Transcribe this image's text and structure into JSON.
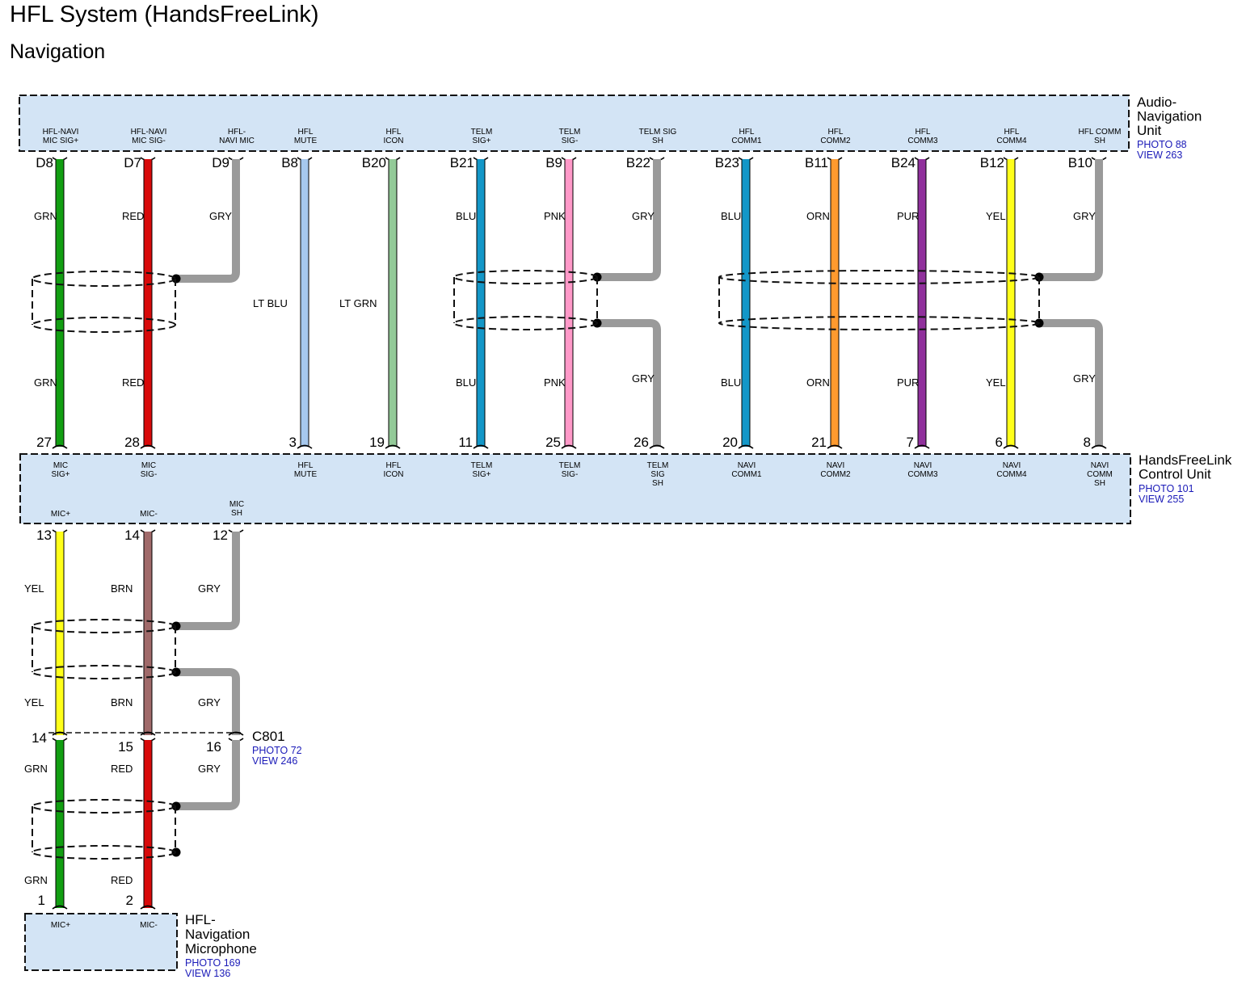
{
  "title": "HFL System (HandsFreeLink)",
  "subtitle": "Navigation",
  "colors": {
    "connector_fill": "#d3e4f5",
    "ref_text": "#1a1ab8",
    "GRN": "#129e12",
    "RED": "#d80a0a",
    "GRY": "#9a9a9a",
    "LT_BLU": "#a6c8ee",
    "LT_GRN": "#93ca98",
    "BLU": "#1397c8",
    "PNK": "#ff99c8",
    "ORN": "#ff9a2e",
    "PUR": "#90309c",
    "YEL": "#ffff1a",
    "BRN": "#a06a6a"
  },
  "components": {
    "audio_nav": {
      "name_lines": [
        "Audio-",
        "Navigation",
        "Unit"
      ],
      "photo": "PHOTO 88",
      "view": "VIEW 263"
    },
    "hfl_control": {
      "name_lines": [
        "HandsFreeLink",
        "Control Unit"
      ],
      "photo": "PHOTO 101",
      "view": "VIEW 255"
    },
    "c801": {
      "name": "C801",
      "photo": "PHOTO 72",
      "view": "VIEW 246"
    },
    "microphone": {
      "name_lines": [
        "HFL-",
        "Navigation",
        "Microphone"
      ],
      "photo": "PHOTO 169",
      "view": "VIEW 136"
    }
  },
  "top_wires": [
    {
      "col": "D8",
      "top_pin": "D8",
      "top_label": [
        "HFL-NAVI",
        "MIC SIG+"
      ],
      "color": "GRN",
      "labels": [
        "GRN",
        "GRN"
      ],
      "bottom_pin": "27",
      "bottom_label": [
        "MIC",
        "SIG+"
      ]
    },
    {
      "col": "D7",
      "top_pin": "D7",
      "top_label": [
        "HFL-NAVI",
        "MIC SIG-"
      ],
      "color": "RED",
      "labels": [
        "RED",
        "RED"
      ],
      "bottom_pin": "28",
      "bottom_label": [
        "MIC",
        "SIG-"
      ]
    },
    {
      "col": "D9",
      "top_pin": "D9",
      "top_label": [
        "HFL-",
        "NAVI MIC"
      ],
      "color": "GRY",
      "labels": [
        "GRY"
      ]
    },
    {
      "col": "B8",
      "top_pin": "B8",
      "top_label": [
        "HFL",
        "MUTE"
      ],
      "color": "LT_BLU",
      "labels": [
        "LT BLU"
      ],
      "bottom_pin": "3",
      "bottom_label": [
        "HFL",
        "MUTE"
      ]
    },
    {
      "col": "B20",
      "top_pin": "B20",
      "top_label": [
        "HFL",
        "ICON"
      ],
      "color": "LT_GRN",
      "labels": [
        "LT GRN"
      ],
      "bottom_pin": "19",
      "bottom_label": [
        "HFL",
        "ICON"
      ]
    },
    {
      "col": "B21",
      "top_pin": "B21",
      "top_label": [
        "TELM",
        "SIG+"
      ],
      "color": "BLU",
      "labels": [
        "BLU",
        "BLU"
      ],
      "bottom_pin": "11",
      "bottom_label": [
        "TELM",
        "SIG+"
      ]
    },
    {
      "col": "B9",
      "top_pin": "B9",
      "top_label": [
        "TELM",
        "SIG-"
      ],
      "color": "PNK",
      "labels": [
        "PNK",
        "PNK"
      ],
      "bottom_pin": "25",
      "bottom_label": [
        "TELM",
        "SIG-"
      ]
    },
    {
      "col": "B22",
      "top_pin": "B22",
      "top_label": [
        "TELM SIG",
        "SH"
      ],
      "color": "GRY",
      "labels": [
        "GRY",
        "GRY"
      ],
      "bottom_pin": "26",
      "bottom_label": [
        "TELM",
        "SIG",
        "SH"
      ]
    },
    {
      "col": "B23",
      "top_pin": "B23",
      "top_label": [
        "HFL",
        "COMM1"
      ],
      "color": "BLU",
      "labels": [
        "BLU",
        "BLU"
      ],
      "bottom_pin": "20",
      "bottom_label": [
        "NAVI",
        "COMM1"
      ]
    },
    {
      "col": "B11",
      "top_pin": "B11",
      "top_label": [
        "HFL",
        "COMM2"
      ],
      "color": "ORN",
      "labels": [
        "ORN",
        "ORN"
      ],
      "bottom_pin": "21",
      "bottom_label": [
        "NAVI",
        "COMM2"
      ]
    },
    {
      "col": "B24",
      "top_pin": "B24",
      "top_label": [
        "HFL",
        "COMM3"
      ],
      "color": "PUR",
      "labels": [
        "PUR",
        "PUR"
      ],
      "bottom_pin": "7",
      "bottom_label": [
        "NAVI",
        "COMM3"
      ]
    },
    {
      "col": "B12",
      "top_pin": "B12",
      "top_label": [
        "HFL",
        "COMM4"
      ],
      "color": "YEL",
      "labels": [
        "YEL",
        "YEL"
      ],
      "bottom_pin": "6",
      "bottom_label": [
        "NAVI",
        "COMM4"
      ]
    },
    {
      "col": "B10",
      "top_pin": "B10",
      "top_label": [
        "HFL COMM",
        "SH"
      ],
      "color": "GRY",
      "labels": [
        "GRY",
        "GRY"
      ],
      "bottom_pin": "8",
      "bottom_label": [
        "NAVI",
        "COMM",
        "SH"
      ]
    }
  ],
  "mid_wires": [
    {
      "top_pin": "13",
      "top_label": [
        "MIC+"
      ],
      "color": "YEL",
      "labels": [
        "YEL",
        "YEL"
      ],
      "c801_pin": "14"
    },
    {
      "top_pin": "14",
      "top_label": [
        "MIC-"
      ],
      "color": "BRN",
      "labels": [
        "BRN",
        "BRN"
      ],
      "c801_pin": "15"
    },
    {
      "top_pin": "12",
      "top_label": [
        "MIC",
        "SH"
      ],
      "color": "GRY",
      "labels": [
        "GRY",
        "GRY"
      ],
      "c801_pin": "16"
    }
  ],
  "low_wires": [
    {
      "color": "GRN",
      "labels": [
        "GRN",
        "GRN"
      ],
      "bottom_pin": "1",
      "bottom_label": [
        "MIC+"
      ]
    },
    {
      "color": "RED",
      "labels": [
        "RED",
        "RED"
      ],
      "bottom_pin": "2",
      "bottom_label": [
        "MIC-"
      ]
    },
    {
      "color": "GRY",
      "labels": [
        "GRY"
      ]
    }
  ]
}
